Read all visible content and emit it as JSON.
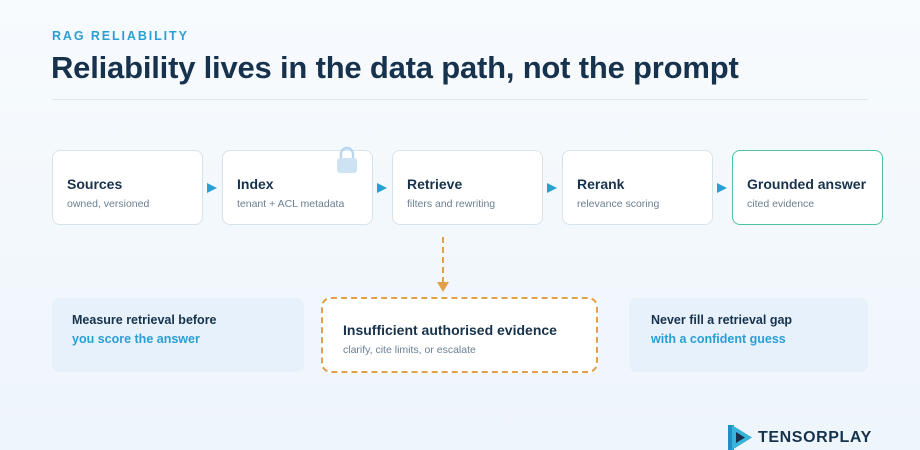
{
  "header": {
    "eyebrow": "RAG RELIABILITY",
    "title": "Reliability lives in the data path, not the prompt"
  },
  "pipeline": {
    "steps": [
      {
        "title": "Sources",
        "subtitle": "owned, versioned"
      },
      {
        "title": "Index",
        "subtitle": "tenant + ACL metadata"
      },
      {
        "title": "Retrieve",
        "subtitle": "filters and rewriting"
      },
      {
        "title": "Rerank",
        "subtitle": "relevance scoring"
      },
      {
        "title": "Grounded answer",
        "subtitle": "cited evidence"
      }
    ]
  },
  "fallback": {
    "title": "Insufficient authorised evidence",
    "subtitle": "clarify, cite limits, or escalate"
  },
  "notes": {
    "left": {
      "line1": "Measure retrieval before",
      "line2": "you score the answer"
    },
    "right": {
      "line1": "Never fill a retrieval gap",
      "line2": "with a confident guess"
    }
  },
  "brand": {
    "name": "TENSORPLAY"
  },
  "colors": {
    "accent": "#2a9fd6",
    "warning": "#e2a04a",
    "success": "#4fc3a1",
    "text": "#17324d"
  },
  "icons": {
    "lock": "lock-icon",
    "flow_arrow": "arrow-right-icon",
    "fallback_arrow": "arrow-down-icon",
    "logo": "tensorplay-logo-icon"
  }
}
